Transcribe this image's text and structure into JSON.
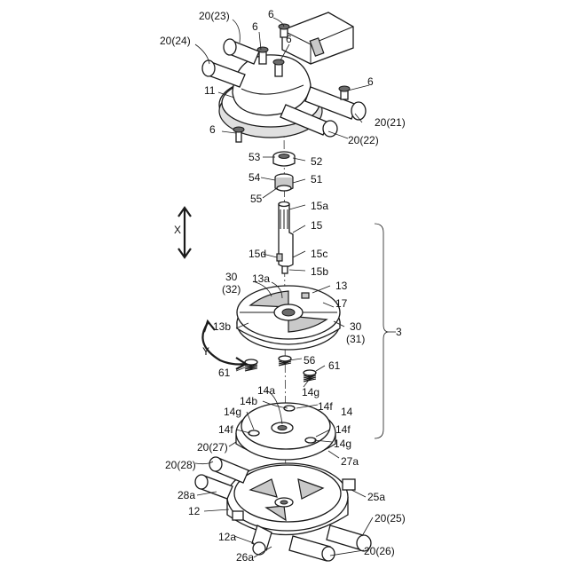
{
  "labels": {
    "l20_23": "20(23)",
    "l6_top": "6",
    "l6_a": "6",
    "l6_b": "6",
    "l20_24": "20(24)",
    "l11": "11",
    "l6_right": "6",
    "l20_21": "20(21)",
    "l6_left": "6",
    "l20_22": "20(22)",
    "l53": "53",
    "l52": "52",
    "l54": "54",
    "l51": "51",
    "l55": "55",
    "l15a": "15a",
    "l15": "15",
    "l15d": "15d",
    "l15c": "15c",
    "l15b": "15b",
    "lX": "X",
    "l30_a": "30",
    "l32": "(32)",
    "l13a": "13a",
    "l13": "13",
    "l17": "17",
    "l13b": "13b",
    "l30_b": "30",
    "l31": "(31)",
    "l3": "3",
    "lY": "Y",
    "l61_left": "61",
    "l56": "56",
    "l61_right": "61",
    "l14g_r": "14g",
    "l14a": "14a",
    "l14b": "14b",
    "l14f_r1": "14f",
    "l14g_l": "14g",
    "l14": "14",
    "l14f_l": "14f",
    "l14f_r2": "14f",
    "l20_27": "20(27)",
    "l14g_b": "14g",
    "l27a": "27a",
    "l20_28": "20(28)",
    "l28a": "28a",
    "l12": "12",
    "l25a": "25a",
    "l20_25": "20(25)",
    "l12a": "12a",
    "l26a": "26a",
    "l20_26": "20(26)"
  }
}
